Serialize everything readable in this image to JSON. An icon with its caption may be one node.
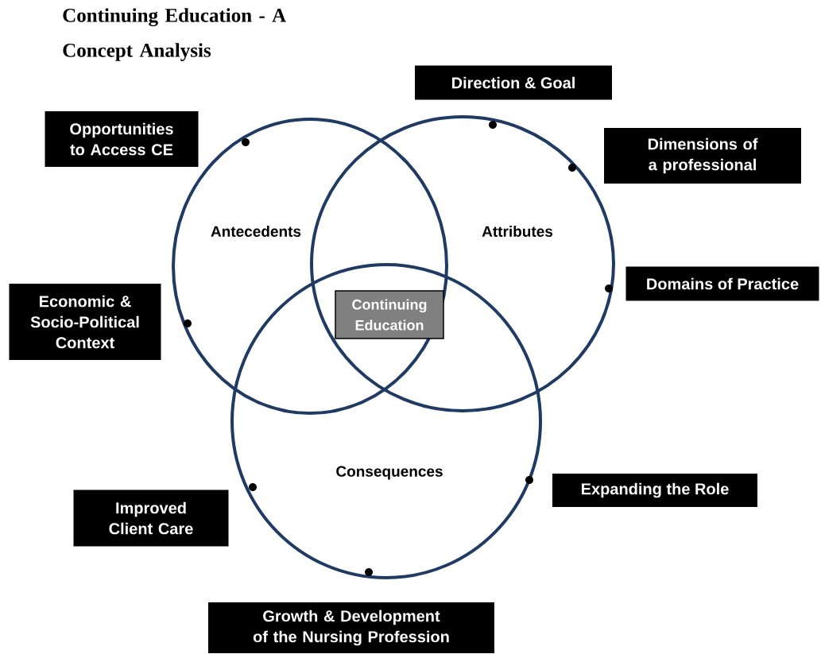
{
  "diagram": {
    "title": "Continuing Education - A Concept Analysis",
    "nodes": [
      {
        "text": [
          "Direction & Goal"
        ]
      },
      {
        "text": [
          "Opportunities to Access CE"
        ]
      },
      {
        "text": [
          "Dimensions of a professional"
        ]
      },
      {
        "text": [
          "Antecedents"
        ]
      },
      {
        "text": [
          "Attributes"
        ]
      },
      {
        "text": [
          "Domains of Practice"
        ]
      },
      {
        "text": [
          "Continuing Education"
        ]
      },
      {
        "text": [
          "Economic & Socio-Political Context"
        ]
      },
      {
        "text": [
          "Consequences"
        ]
      },
      {
        "text": [
          "Expanding the Role"
        ]
      },
      {
        "text": [
          "Improved Client Care"
        ]
      },
      {
        "text": [
          "Growth & Development of the Nursing Profession"
        ]
      }
    ]
  }
}
